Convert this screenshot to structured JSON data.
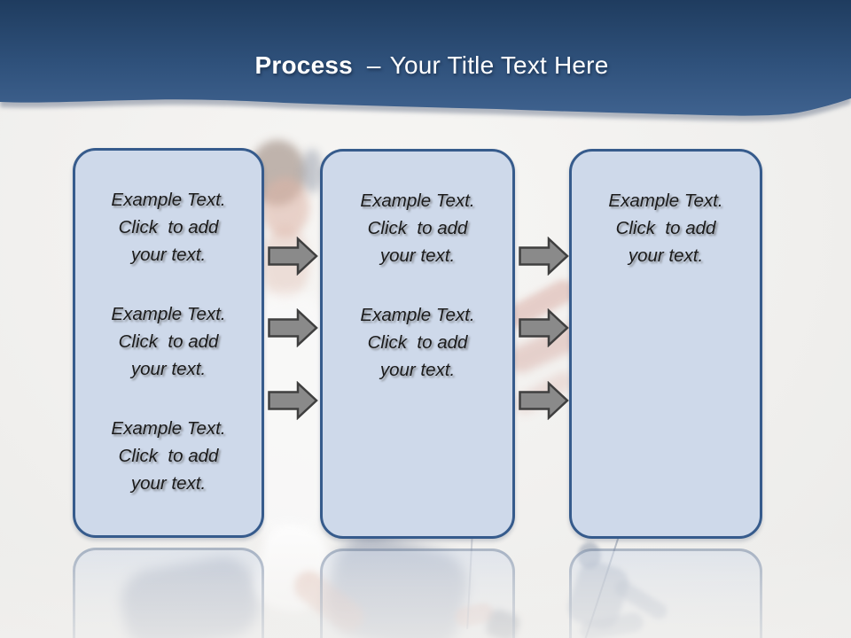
{
  "title": {
    "bold": "Process",
    "separator": "–",
    "rest": "Your Title Text Here"
  },
  "boxes": [
    {
      "name": "step-1",
      "paragraphs": [
        "Example Text.\nClick  to add\nyour text.",
        "Example Text.\nClick  to add\nyour text.",
        "Example Text.\nClick  to add\nyour text."
      ]
    },
    {
      "name": "step-2",
      "paragraphs": [
        "Example Text.\nClick  to add\nyour text.",
        "Example Text.\nClick  to add\nyour text."
      ]
    },
    {
      "name": "step-3",
      "paragraphs": [
        "Example Text.\nClick  to add\nyour text."
      ]
    }
  ],
  "arrows": {
    "between_box1_box2": 3,
    "between_box2_box3": 3,
    "direction": "right"
  },
  "colors": {
    "header_top": "#1f3c5f",
    "header_mid": "#2f517b",
    "header_bottom": "#3f628f",
    "title_text": "#ffffff",
    "box_fill": "#ced9ea",
    "box_border": "#365b8c",
    "box_text": "#1b1b1b",
    "arrow_fill": "#8a8a8a",
    "arrow_border": "#3f3f3f",
    "background": "#f1f0ee"
  }
}
